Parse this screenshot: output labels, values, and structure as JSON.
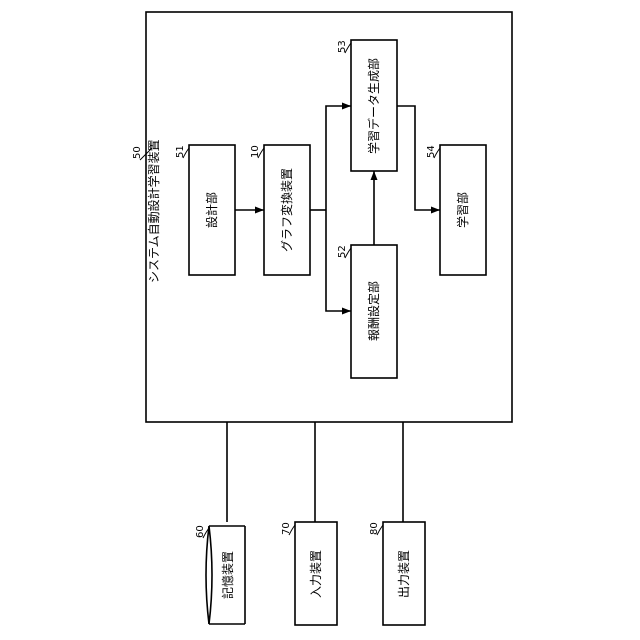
{
  "system": {
    "label": "システム自動設計学習装置",
    "ref": "50"
  },
  "blocks": {
    "design": {
      "label": "設計部",
      "ref": "51"
    },
    "graph": {
      "label": "グラフ変換装置",
      "ref": "10"
    },
    "reward": {
      "label": "報酬設定部",
      "ref": "52"
    },
    "datagen": {
      "label": "学習データ生成部",
      "ref": "53"
    },
    "learn": {
      "label": "学習部",
      "ref": "54"
    }
  },
  "devices": {
    "storage": {
      "label": "記憶装置",
      "ref": "60"
    },
    "input": {
      "label": "入力装置",
      "ref": "70"
    },
    "output": {
      "label": "出力装置",
      "ref": "80"
    }
  }
}
